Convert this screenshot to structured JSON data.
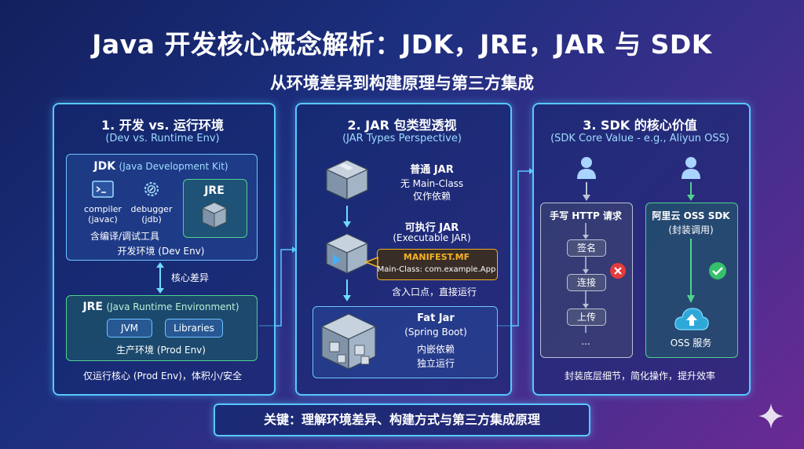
{
  "title": "Java 开发核心概念解析：JDK，JRE，JAR 与 SDK",
  "subtitle": "从环境差异到构建原理与第三方集成",
  "panel1": {
    "title": "1. 开发 vs. 运行环境",
    "subtitle": "(Dev vs. Runtime Env)",
    "jdk_title": "JDK",
    "jdk_full": "(Java Development Kit)",
    "compiler": "compiler",
    "compiler_sub": "(javac)",
    "debugger": "debugger",
    "debugger_sub": "(jdb)",
    "jre_inner": "JRE",
    "jdk_desc": "含编译/调试工具",
    "jdk_env": "开发环境 (Dev Env)",
    "diff_label": "核心差异",
    "jre_title": "JRE",
    "jre_full": "(Java Runtime Environment)",
    "jvm": "JVM",
    "libraries": "Libraries",
    "jre_env": "生产环境 (Prod Env)",
    "note": "仅运行核心  (Prod Env)，体积小/安全"
  },
  "panel2": {
    "title": "2. JAR 包类型透视",
    "subtitle": "(JAR Types Perspective)",
    "normal_title": "普通 JAR",
    "normal_line1": "无 Main-Class",
    "normal_line2": "仅作依赖",
    "exec_title": "可执行 JAR",
    "exec_sub": "(Executable JAR)",
    "manifest_title": "MANIFEST.MF",
    "manifest_line": "Main-Class: com.example.App",
    "exec_desc": "含入口点，直接运行",
    "fat_title": "Fat Jar",
    "fat_sub": "(Spring Boot)",
    "fat_line1": "内嵌依赖",
    "fat_line2": "独立运行"
  },
  "panel3": {
    "title": "3. SDK 的核心价值",
    "subtitle": "(SDK Core Value - e.g., Aliyun OSS)",
    "manual_title": "手写 HTTP 请求",
    "steps": [
      "签名",
      "连接",
      "上传",
      "..."
    ],
    "sdk_title": "阿里云 OSS SDK",
    "sdk_sub": "(封装调用)",
    "oss_label": "OSS 服务",
    "note": "封装底层细节，简化操作，提升效率"
  },
  "footer": "关键：理解环境差异、构建方式与第三方集成原理",
  "colors": {
    "cyan": "#58c8ff",
    "green": "#4fd18e",
    "orange": "#f5b324",
    "red": "#e53b3b"
  },
  "icons": [
    "terminal-icon",
    "gear-icon",
    "package-icon",
    "play-package-icon",
    "boxes-icon",
    "user-icon",
    "cross-icon",
    "check-icon",
    "cloud-upload-icon",
    "sparkle-icon"
  ]
}
